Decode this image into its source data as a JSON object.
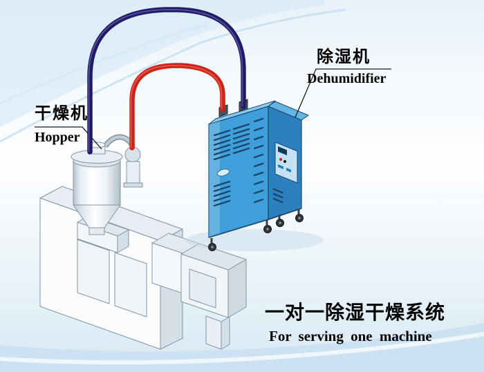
{
  "diagram": {
    "labels": {
      "dryer": {
        "cn": "干燥机",
        "en": "Hopper"
      },
      "dehumidifier": {
        "cn": "除湿机",
        "en": "Dehumidifier"
      },
      "caption": {
        "cn": "一对一除湿干燥系统",
        "en": "For serving one machine"
      }
    },
    "colors": {
      "hose_red": "#cf2318",
      "hose_navy": "#201a6b",
      "dehum_front": "#3f9fda",
      "dehum_side": "#2c80bd",
      "dehum_top": "#85c9ee",
      "dehum_outline": "#17486f",
      "panel_fill": "#c3e2f4",
      "machine_fill": "#f7fafc",
      "machine_outline": "#8494a2",
      "label_text": "#000000"
    }
  }
}
